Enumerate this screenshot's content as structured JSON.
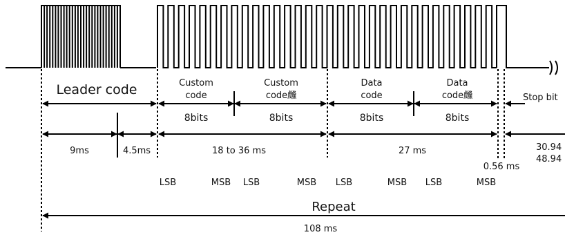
{
  "labels": {
    "leader": "Leader code",
    "custom1_l1": "Custom",
    "custom1_l2": "code",
    "custom2_l1": "Custom",
    "custom2_l2": "code虪",
    "data1_l1": "Data",
    "data1_l2": "code",
    "data2_l1": "Data",
    "data2_l2": "code虪",
    "stop": "Stop bit",
    "bits1": "8bits",
    "bits2": "8bits",
    "bits3": "8bits",
    "bits4": "8bits",
    "t9": "9ms",
    "t45": "4.5ms",
    "t18": "18 to 36 ms",
    "t27": "27 ms",
    "t056": "0.56 ms",
    "t30": "30.94",
    "t48": "48.94",
    "lsb1": "LSB",
    "msb1": "MSB",
    "lsb2": "LSB",
    "msb2": "MSB",
    "lsb3": "LSB",
    "msb3": "MSB",
    "lsb4": "LSB",
    "msb4": "MSB",
    "repeat": "Repeat",
    "t108": "108 ms"
  },
  "colors": {
    "ink": "#000000",
    "text": "#111111"
  },
  "signal": {
    "leader_pulse_lines": 28,
    "data_bits": 32
  }
}
